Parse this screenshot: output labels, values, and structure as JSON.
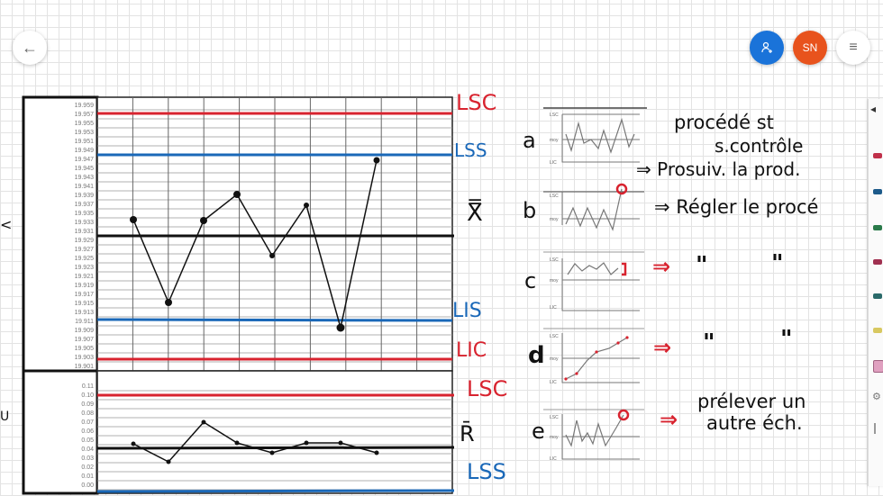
{
  "header": {
    "back_icon": "arrow-left-icon",
    "share_icon": "add-person-icon",
    "avatar_initials": "SN",
    "menu_icon": "hamburger-menu-icon",
    "colors": {
      "share": "#1a73d9",
      "avatar": "#e8531d"
    }
  },
  "xbar_chart": {
    "y_ticks": [
      "19.959",
      "19.957",
      "19.955",
      "19.953",
      "19.951",
      "19.949",
      "19.947",
      "19.945",
      "19.943",
      "19.941",
      "19.939",
      "19.937",
      "19.935",
      "19.933",
      "19.931",
      "19.929",
      "19.927",
      "19.925",
      "19.923",
      "19.921",
      "19.919",
      "19.917",
      "19.915",
      "19.913",
      "19.911",
      "19.909",
      "19.907",
      "19.905",
      "19.903",
      "19.901"
    ],
    "labels": {
      "lsc": "LSC",
      "lss": "LSS",
      "xbarbar": "X̿",
      "lis": "LIS",
      "lic": "LIC"
    }
  },
  "r_chart": {
    "y_ticks": [
      "0.11",
      "0.10",
      "0.09",
      "0.08",
      "0.07",
      "0.06",
      "0.05",
      "0.04",
      "0.03",
      "0.02",
      "0.01",
      "0.00"
    ],
    "labels": {
      "lsc": "LSC",
      "rbar": "R̄",
      "lss": "LSS"
    }
  },
  "chart_data": [
    {
      "type": "line",
      "title": "Carte X̄ (moyennes)",
      "x": [
        1,
        2,
        3,
        4,
        5,
        6,
        7,
        8
      ],
      "series": [
        {
          "name": "X̄",
          "values": [
            19.933,
            19.915,
            19.933,
            19.939,
            19.926,
            19.937,
            19.91,
            19.947
          ]
        }
      ],
      "control_lines": {
        "LSC": 19.957,
        "LSS": 19.947,
        "X̿": 19.93,
        "LIS": 19.912,
        "LIC": 19.903
      },
      "ylim": [
        19.901,
        19.959
      ],
      "grid": true
    },
    {
      "type": "line",
      "title": "Carte R (étendues)",
      "x": [
        1,
        2,
        3,
        4,
        5,
        6,
        7,
        8
      ],
      "series": [
        {
          "name": "R",
          "values": [
            0.045,
            0.025,
            0.065,
            0.045,
            0.035,
            0.045,
            0.045,
            0.035
          ]
        }
      ],
      "control_lines": {
        "LSC": 0.1,
        "R̄": 0.04,
        "LSS": 0.0
      },
      "ylim": [
        0.0,
        0.11
      ],
      "grid": true
    }
  ],
  "cases": [
    {
      "letter": "a",
      "line1": "procédé st",
      "line2": "s.contrôle",
      "line3": "⇒ Prosuiv. la prod."
    },
    {
      "letter": "b",
      "line1": "⇒ Régler le procé"
    },
    {
      "letter": "c",
      "line1": "⇒",
      "q1": "\"",
      "q2": "\""
    },
    {
      "letter": "d",
      "line1": "⇒",
      "q1": "\"",
      "q2": "\""
    },
    {
      "letter": "e",
      "line1": "⇒",
      "line2": "prélever un",
      "line3": "autre éch."
    }
  ],
  "mini_labels": {
    "lsc": "LSC",
    "moy": "moy",
    "lic": "LIC"
  }
}
